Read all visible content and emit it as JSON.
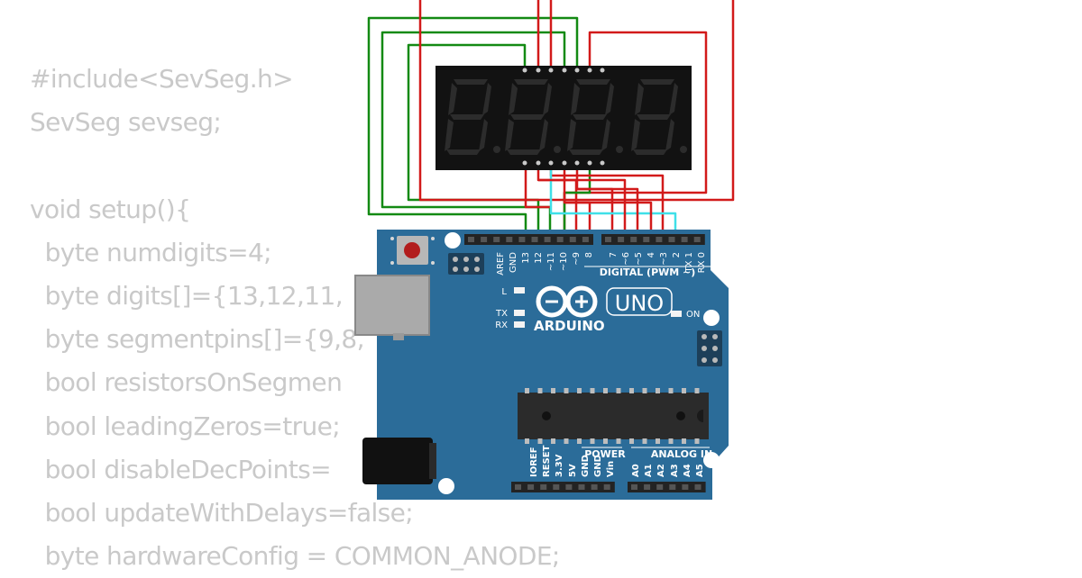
{
  "code_lines": [
    "#include<SevSeg.h>",
    "SevSeg sevseg;",
    "",
    "void setup(){",
    "  byte numdigits=4;",
    "  byte digits[]={13,12,11,",
    "  byte segmentpins[]={9,8,",
    "  bool resistorsOnSegmen",
    "  bool leadingZeros=true;",
    "  bool disableDecPoints=",
    "  bool updateWithDelays=false;",
    "  byte hardwareConfig = COMMON_ANODE;"
  ],
  "board": {
    "brand": "ARDUINO",
    "model": "UNO",
    "digital_header_label": "DIGITAL (PWM ~)",
    "power_header_label": "POWER",
    "analog_header_label": "ANALOG IN",
    "led_l": "L",
    "led_tx": "TX",
    "led_rx": "RX",
    "led_on": "ON",
    "top_pin_labels": [
      "AREF",
      "GND",
      "13",
      "12",
      "~11",
      "~10",
      "~9",
      "8",
      "7",
      "~6",
      "~5",
      "4",
      "~3",
      "2",
      "TX 1",
      "RX 0"
    ],
    "power_pin_labels": [
      "IOREF",
      "RESET",
      "3.3V",
      "5V",
      "GND",
      "GND",
      "Vin"
    ],
    "analog_pin_labels": [
      "A0",
      "A1",
      "A2",
      "A3",
      "A4",
      "A5"
    ]
  },
  "colors": {
    "wire_green": "#138a13",
    "wire_red": "#d21a1a",
    "wire_cyan": "#3fe0e8",
    "board_blue": "#2b6c99",
    "display_bg": "#121212",
    "segment_off": "#2c2c2c",
    "code_text": "#c9c9c9"
  }
}
